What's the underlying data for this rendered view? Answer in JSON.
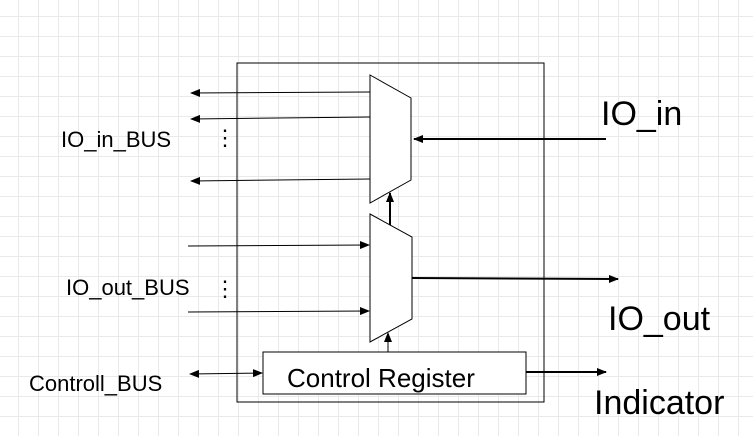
{
  "labels": {
    "io_in_bus": "IO_in_BUS",
    "io_out_bus": "IO_out_BUS",
    "controll_bus": "Controll_BUS",
    "io_in": "IO_in",
    "io_out": "IO_out",
    "indicator": "Indicator",
    "control_register": "Control Register",
    "ellipsis": "⋮"
  }
}
